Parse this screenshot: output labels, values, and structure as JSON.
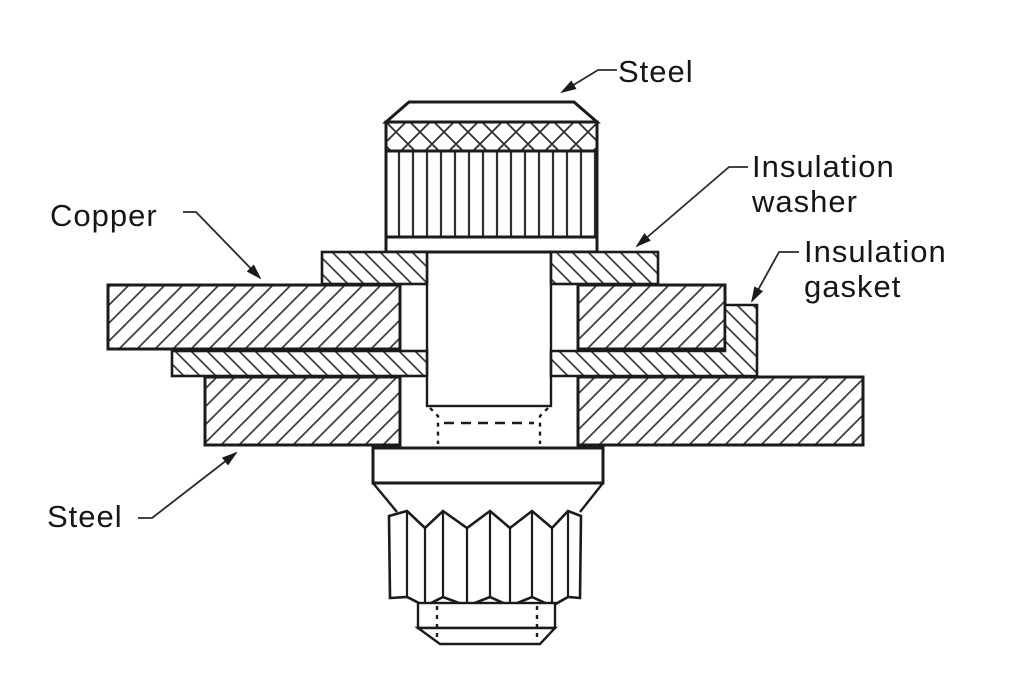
{
  "diagram": {
    "title_present": false,
    "labels": {
      "steel_top": "Steel",
      "insulation_washer": {
        "line1": "Insulation",
        "line2": "washer"
      },
      "insulation_gasket": {
        "line1": "Insulation",
        "line2": "gasket"
      },
      "copper": "Copper",
      "steel_bottom": "Steel"
    },
    "colors": {
      "background": "#ffffff",
      "line": "#1b1b1b",
      "hatch": "#3c3c3c",
      "text": "#161616"
    }
  }
}
